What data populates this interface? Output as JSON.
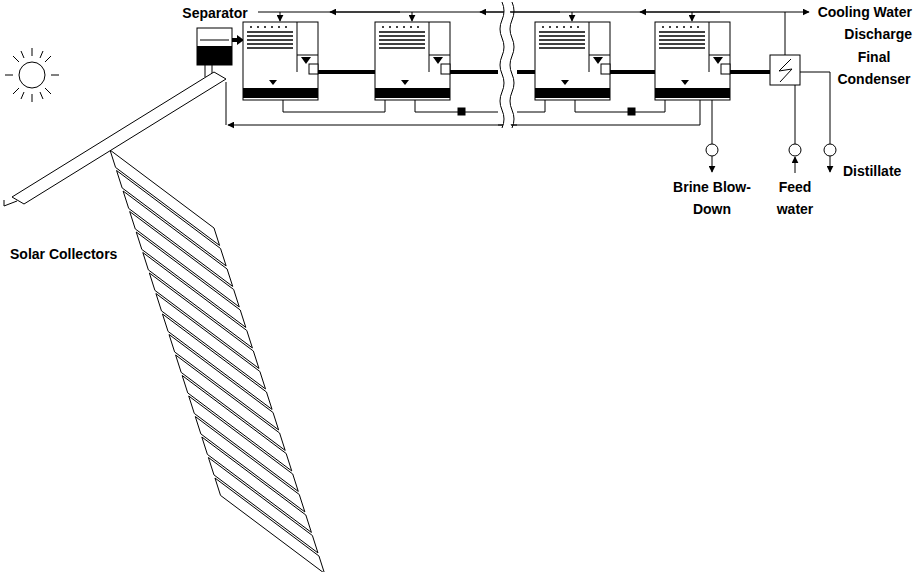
{
  "diagram": {
    "labels": [
      "Separator",
      "Cooling Water Discharge",
      "Final Condenser",
      "Brine Blow-Down",
      "Feed water",
      "Distillate",
      "Solar Collectors"
    ]
  }
}
